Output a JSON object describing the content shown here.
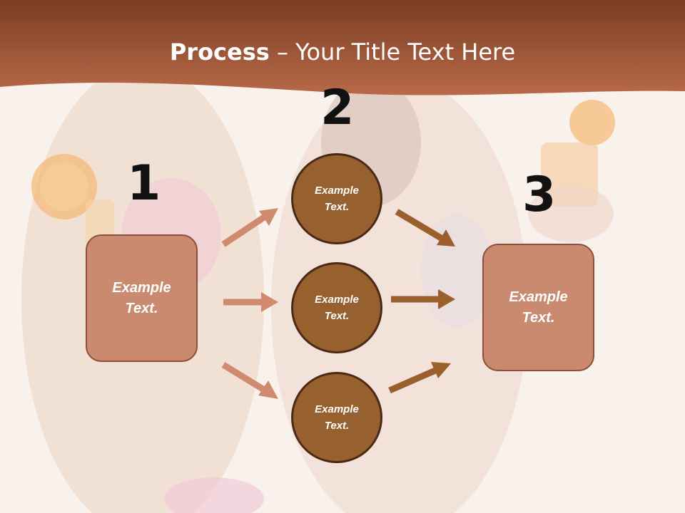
{
  "slide": {
    "title_bold": "Process",
    "title_rest": " – Your Title Text Here"
  },
  "steps": {
    "one": {
      "number": "1",
      "line1": "Example",
      "line2": "Text."
    },
    "two": {
      "number": "2",
      "circles": [
        {
          "line1": "Example",
          "line2": "Text."
        },
        {
          "line1": "Example",
          "line2": "Text."
        },
        {
          "line1": "Example",
          "line2": "Text."
        }
      ]
    },
    "three": {
      "number": "3",
      "line1": "Example",
      "line2": "Text."
    }
  },
  "colors": {
    "header": "#a8583b",
    "box_fill": "#c98a70",
    "circle_fill": "#97612f",
    "arrow_light": "#d08a6e",
    "arrow_dark": "#9a5f2c"
  }
}
